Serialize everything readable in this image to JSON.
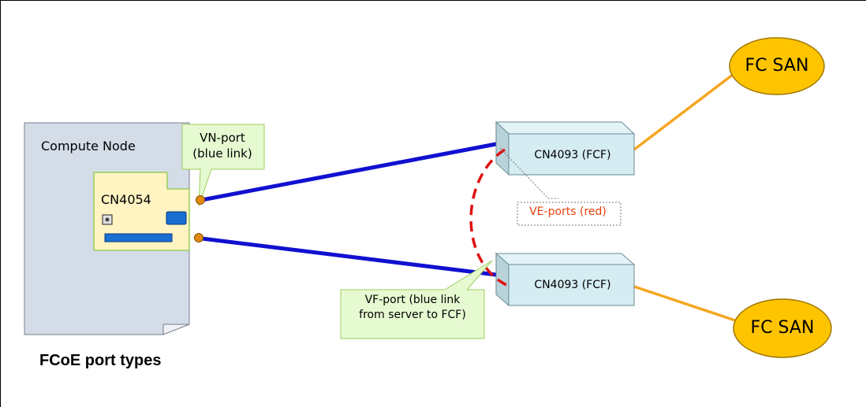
{
  "compute_node": {
    "label": "Compute Node"
  },
  "adapter": {
    "label": "CN4054"
  },
  "callouts": {
    "vn_port": {
      "line1": "VN-port",
      "line2": "(blue link)"
    },
    "vf_port": {
      "line1": "VF-port (blue link",
      "line2": "from server to FCF)"
    },
    "ve_port": {
      "text": "VE-ports (red)"
    }
  },
  "switches": [
    {
      "label": "CN4093 (FCF)"
    },
    {
      "label": "CN4093 (FCF)"
    }
  ],
  "sans": [
    {
      "label": "FC SAN"
    },
    {
      "label": "FC SAN"
    }
  ],
  "caption": "FCoE port types",
  "colors": {
    "compute_node_fill": "#d4dce8",
    "adapter_fill": "#fff4c2",
    "adapter_border": "#9ccc5a",
    "callout_fill": "#e6fad2",
    "switch_fill": "#d4ecf2",
    "san_fill": "#ffc400",
    "vn_vf_link": "#1010d0",
    "ve_link": "#e01010",
    "san_link": "#f5a623",
    "port_dot": "#e08a10"
  }
}
